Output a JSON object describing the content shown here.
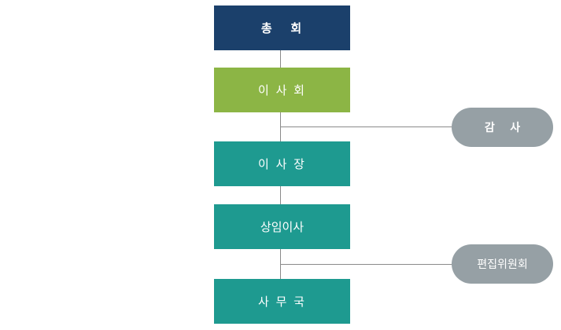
{
  "nodes": {
    "general_assembly": "총   회",
    "board_of_directors": "이 사 회",
    "chairman": "이 사 장",
    "executive_director": "상임이사",
    "secretariat": "사 무 국",
    "auditor": "감    사",
    "editorial_committee": "편집위원회"
  },
  "colors": {
    "general_assembly": "#1b406b",
    "board_of_directors": "#8cb545",
    "teal": "#1e9a90",
    "side_node": "#96a0a5",
    "connector": "#8a8a8a"
  }
}
